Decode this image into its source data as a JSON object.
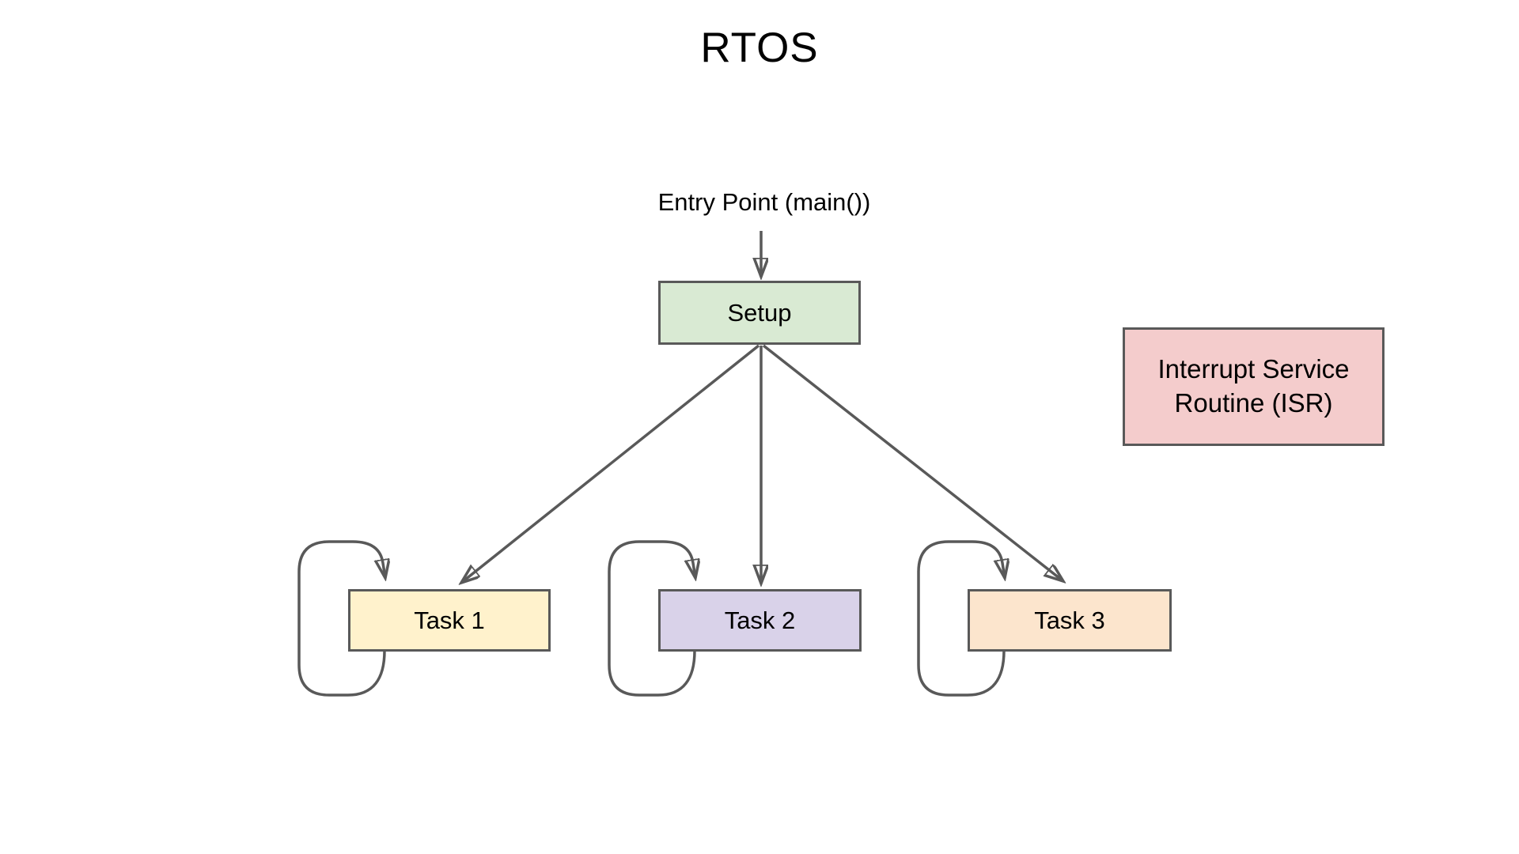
{
  "title": "RTOS",
  "diagram": {
    "entry_label": "Entry Point (main())",
    "nodes": [
      {
        "id": "setup",
        "label": "Setup",
        "fill": "#d9ead3"
      },
      {
        "id": "task1",
        "label": "Task 1",
        "fill": "#fff2cc"
      },
      {
        "id": "task2",
        "label": "Task 2",
        "fill": "#d9d2e9"
      },
      {
        "id": "task3",
        "label": "Task 3",
        "fill": "#fce5cd"
      },
      {
        "id": "isr",
        "label": "Interrupt Service Routine (ISR)",
        "fill": "#f4cccc"
      }
    ],
    "edges": [
      {
        "from": "entry-point",
        "to": "setup",
        "type": "arrow"
      },
      {
        "from": "setup",
        "to": "task1",
        "type": "arrow"
      },
      {
        "from": "setup",
        "to": "task2",
        "type": "arrow"
      },
      {
        "from": "setup",
        "to": "task3",
        "type": "arrow"
      },
      {
        "from": "task1",
        "to": "task1",
        "type": "self-loop"
      },
      {
        "from": "task2",
        "to": "task2",
        "type": "self-loop"
      },
      {
        "from": "task3",
        "to": "task3",
        "type": "self-loop"
      }
    ],
    "colors": {
      "line": "#595959",
      "border": "#595959",
      "background": "#ffffff",
      "text": "#000000"
    }
  }
}
